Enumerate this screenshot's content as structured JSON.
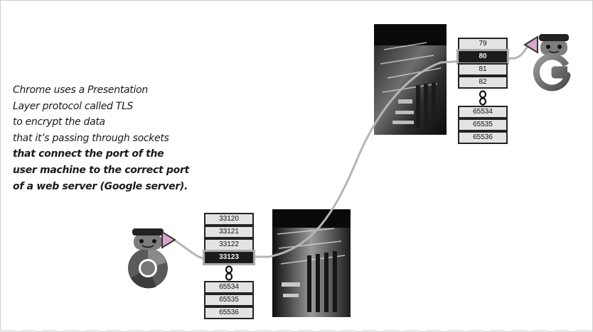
{
  "caption": {
    "lines": [
      "Chrome uses a Presentation",
      "Layer protocol called TLS",
      "to encrypt the data",
      "that it’s passing through sockets"
    ],
    "bold_lines": [
      "that connect the port of the",
      "user machine to the correct port",
      "of a web server (Google server)."
    ]
  },
  "client_ports": {
    "top": [
      "33120",
      "33121",
      "33122",
      "33123"
    ],
    "active": "33123",
    "bottom": [
      "65534",
      "65535",
      "65536"
    ]
  },
  "server_ports": {
    "top": [
      "79",
      "80",
      "81",
      "82"
    ],
    "active": "80",
    "bottom": [
      "65534",
      "65535",
      "65536"
    ]
  },
  "colors": {
    "connection_line": "#b5b5b5",
    "pointer_triangle": "#d9a7c9",
    "active_port": "#1b1b1b",
    "port_bg": "#e3e3e3"
  },
  "icons": {
    "client": "chrome-mascot-icon",
    "server": "google-mascot-icon",
    "hardware": "server-rack-photo"
  }
}
